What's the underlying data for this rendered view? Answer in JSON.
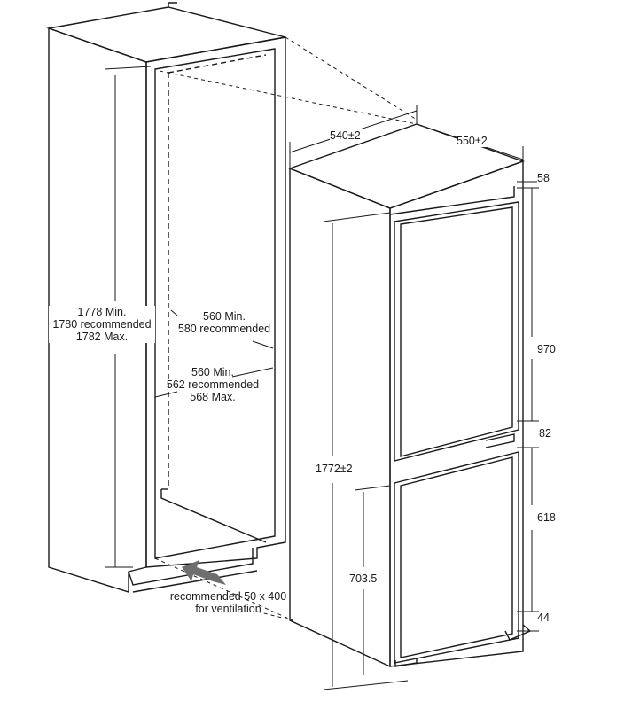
{
  "niche": {
    "height_label": [
      "1778 Min.",
      "1780 recommended",
      "1782 Max."
    ],
    "depth_label": [
      "560 Min.",
      "580 recommended"
    ],
    "width_label": [
      "560 Min.",
      "562 recommended",
      "568 Max."
    ],
    "ventilation_label": [
      "recommended 50 x 400",
      "for ventilation"
    ]
  },
  "appliance": {
    "width": "540±2",
    "depth": "550±2",
    "top_gap": "58",
    "upper_door": "970",
    "middle_gap": "82",
    "lower_door": "618",
    "bottom_gap": "44",
    "total_height": "1772±2",
    "lower_height": "703.5"
  },
  "colors": {
    "line": "#1a1a1a",
    "arrow": "#6e6e6e"
  }
}
